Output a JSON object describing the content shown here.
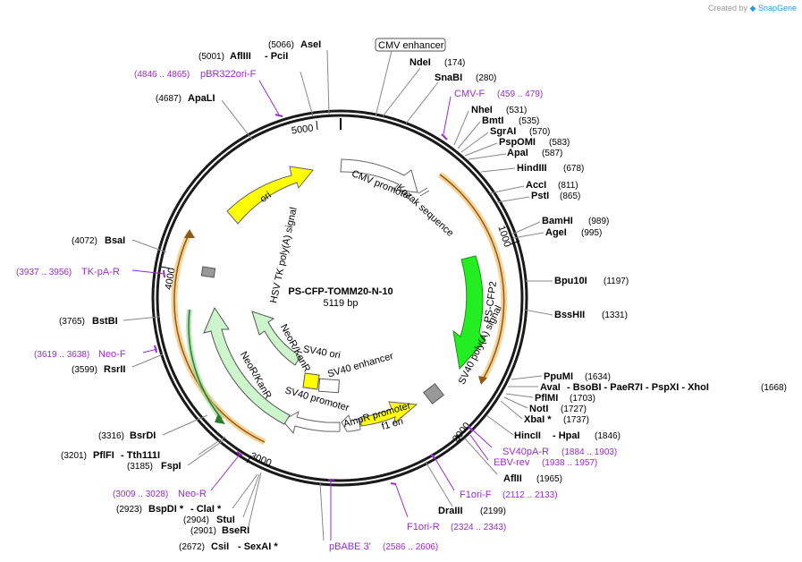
{
  "credit": {
    "prefix": "Created by",
    "brand": "SnapGene"
  },
  "plasmid": {
    "name": "PS-CFP-TOMM20-N-10",
    "length": "5119 bp"
  },
  "tick_labels": [
    "5000",
    "1000",
    "2000",
    "3000",
    "4000"
  ],
  "enzymes": [
    {
      "name": "AseI",
      "pos": "(5066)"
    },
    {
      "name": "AflIII",
      "pos": "(5001)",
      "extra": "- PciI"
    },
    {
      "name": "ApaLI",
      "pos": "(4687)"
    },
    {
      "name": "NdeI",
      "pos": "(174)"
    },
    {
      "name": "SnaBI",
      "pos": "(280)"
    },
    {
      "name": "NheI",
      "pos": "(531)"
    },
    {
      "name": "BmtI",
      "pos": "(535)"
    },
    {
      "name": "SgrAI",
      "pos": "(570)"
    },
    {
      "name": "PspOMI",
      "pos": "(583)"
    },
    {
      "name": "ApaI",
      "pos": "(587)"
    },
    {
      "name": "HindIII",
      "pos": "(678)"
    },
    {
      "name": "AccI",
      "pos": "(811)"
    },
    {
      "name": "PstI",
      "pos": "(865)"
    },
    {
      "name": "BamHI",
      "pos": "(989)"
    },
    {
      "name": "AgeI",
      "pos": "(995)"
    },
    {
      "name": "Bpu10I",
      "pos": "(1197)"
    },
    {
      "name": "BssHII",
      "pos": "(1331)"
    },
    {
      "name": "PpuMI",
      "pos": "(1634)"
    },
    {
      "name": "AvaI",
      "pos": "(1668)",
      "extra": "- BsoBI   - PaeR7I   - PspXI   - XhoI"
    },
    {
      "name": "PflMI",
      "pos": "(1703)"
    },
    {
      "name": "NotI",
      "pos": "(1727)"
    },
    {
      "name": "XbaI *",
      "pos": "(1737)"
    },
    {
      "name": "HincII",
      "pos": "(1846)",
      "extra": "- HpaI"
    },
    {
      "name": "AflII",
      "pos": "(1965)"
    },
    {
      "name": "DraIII",
      "pos": "(2199)"
    },
    {
      "name": "CsiI",
      "pos": "(2672)",
      "extra": "- SexAI *"
    },
    {
      "name": "BseRI",
      "pos": "(2901)"
    },
    {
      "name": "StuI",
      "pos": "(2904)"
    },
    {
      "name": "BspDI *",
      "pos": "(2923)",
      "extra": "- ClaI *"
    },
    {
      "name": "FspI",
      "pos": "(3185)"
    },
    {
      "name": "PflFI",
      "pos": "(3201)",
      "extra": "- Tth111I"
    },
    {
      "name": "BsrDI",
      "pos": "(3316)"
    },
    {
      "name": "RsrII",
      "pos": "(3599)"
    },
    {
      "name": "BstBI",
      "pos": "(3765)"
    },
    {
      "name": "BsaI",
      "pos": "(4072)"
    }
  ],
  "primers": [
    {
      "name": "pBR322ori-F",
      "pos": "(4846 .. 4865)"
    },
    {
      "name": "CMV-F",
      "pos": "(459 .. 479)"
    },
    {
      "name": "SV40pA-R",
      "pos": "(1884 .. 1903)"
    },
    {
      "name": "EBV-rev",
      "pos": "(1938 .. 1957)"
    },
    {
      "name": "F1ori-F",
      "pos": "(2112 .. 2133)"
    },
    {
      "name": "F1ori-R",
      "pos": "(2324 .. 2343)"
    },
    {
      "name": "pBABE 3'",
      "pos": "(2586 .. 2606)"
    },
    {
      "name": "Neo-R",
      "pos": "(3009 .. 3028)"
    },
    {
      "name": "Neo-F",
      "pos": "(3619 .. 3638)"
    },
    {
      "name": "TK-pA-R",
      "pos": "(3937 .. 3956)"
    }
  ],
  "features": {
    "cmv_enhancer": "CMV enhancer",
    "cmv_promoter": "CMV promoter",
    "kozak": "Kozak sequence",
    "ps_cfp2": "PS-CFP2",
    "sv40_polya": "SV40 poly(A) signal",
    "f1_ori": "f1 ori",
    "ampr_promoter": "AmpR promoter",
    "sv40_promoter": "SV40 promoter",
    "sv40_ori": "SV40 ori",
    "sv40_enhancer": "SV40 enhancer",
    "neor_inner": "NeoR/KanR",
    "neor_outer": "NeoR/KanR",
    "hsv_tk": "HSV TK poly(A) signal",
    "ori": "ori"
  },
  "colors": {
    "backbone": "#1a1a1a",
    "orf_orange": "#f0a830",
    "orf_brown": "#8a5a1a",
    "ori_yellow": "#ffff00",
    "cfp_green": "#22ee22",
    "neo_green": "#ccf5cc",
    "primer_purple": "#9a2bd1",
    "gray_box": "#999999"
  }
}
